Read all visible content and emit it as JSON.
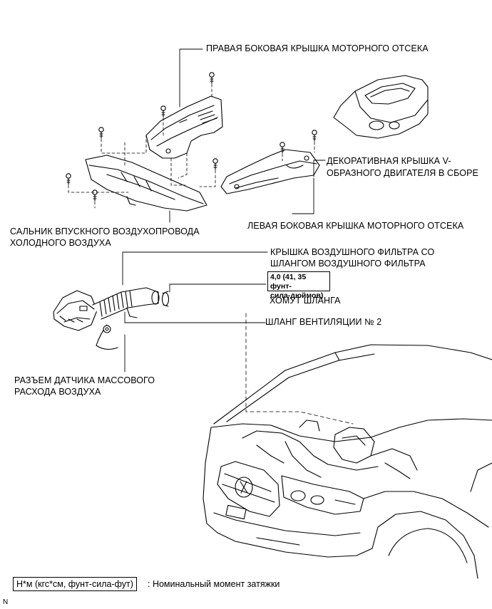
{
  "labels": {
    "right_cover": "ПРАВАЯ БОКОВАЯ КРЫШКА МОТОРНОГО ОТСЕКА",
    "deco_cover_line1": "ДЕКОРАТИВНАЯ КРЫШКА V-",
    "deco_cover_line2": "ОБРАЗНОГО ДВИГАТЕЛЯ В СБОРЕ",
    "left_cover": "ЛЕВАЯ БОКОВАЯ КРЫШКА МОТОРНОГО ОТСЕКА",
    "seal_line1": "САЛЬНИК ВПУСКНОГО ВОЗДУХОПРОВОДА",
    "seal_line2": "ХОЛОДНОГО ВОЗДУХА",
    "filter_cap_line1": "КРЫШКА ВОЗДУШНОГО ФИЛЬТРА СО",
    "filter_cap_line2": "ШЛАНГОМ ВОЗДУШНОГО ФИЛЬТРА",
    "torque_line1": "4,0 (41, 35 фунт-",
    "torque_line2": "сила-дюймов)",
    "hose_clamp": "ХОМУТ ШЛАНГА",
    "vent_hose": "ШЛАНГ ВЕНТИЛЯЦИИ № 2",
    "maf_line1": "РАЗЪЕМ ДАТЧИКА МАССОВОГО",
    "maf_line2": "РАСХОДА ВОЗДУХА"
  },
  "legend": {
    "unit_box": "Н*м (кгс*см, фунт-сила-фут)",
    "description": ": Номинальный момент затяжки"
  },
  "corner_mark": "N"
}
